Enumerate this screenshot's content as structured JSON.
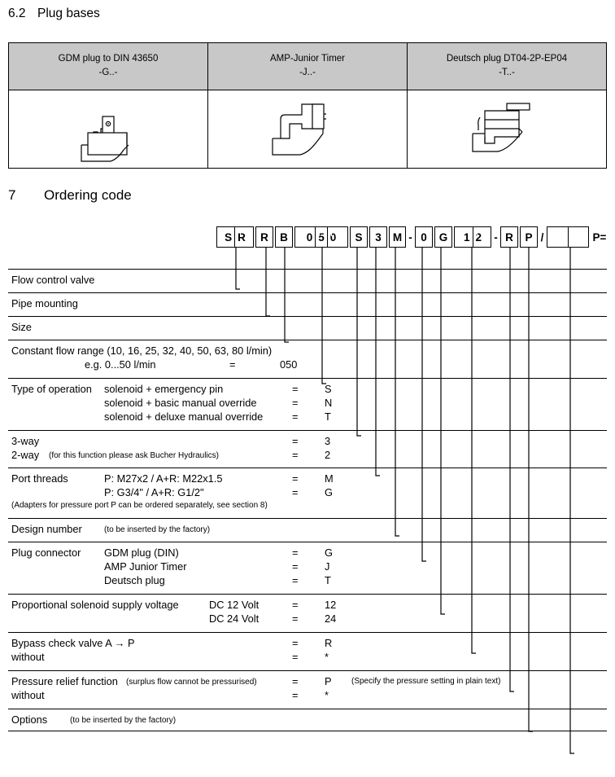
{
  "sections": {
    "plug_bases": {
      "number": "6.2",
      "title": "Plug bases"
    },
    "ordering_code": {
      "number": "7",
      "title": "Ordering code"
    }
  },
  "plug_table": {
    "columns": [
      {
        "name": "GDM plug to DIN 43650",
        "code": "-G..-",
        "icon": "gdm-plug-drawing"
      },
      {
        "name": "AMP-Junior Timer",
        "code": "-J..-",
        "icon": "amp-junior-timer-drawing"
      },
      {
        "name": "Deutsch plug DT04-2P-EP04",
        "code": "-T..-",
        "icon": "deutsch-plug-drawing"
      }
    ]
  },
  "ordering_code": {
    "boxes": [
      {
        "chars": [
          "S",
          "R"
        ]
      },
      {
        "chars": [
          "R"
        ]
      },
      {
        "chars": [
          "B"
        ]
      },
      {
        "chars": [
          "0",
          "5",
          "0"
        ]
      },
      {
        "chars": [
          "S"
        ]
      },
      {
        "chars": [
          "3"
        ]
      },
      {
        "chars": [
          "M"
        ]
      },
      {
        "separator": "-"
      },
      {
        "chars": [
          "0"
        ]
      },
      {
        "chars": [
          "G"
        ]
      },
      {
        "chars": [
          "1",
          "2"
        ]
      },
      {
        "separator": "-"
      },
      {
        "chars": [
          "R"
        ]
      },
      {
        "chars": [
          "P"
        ]
      },
      {
        "separator": "/"
      },
      {
        "chars": [
          "",
          ""
        ],
        "blank": true
      },
      {
        "trailing": "P="
      }
    ],
    "trailing_label": "P="
  },
  "rows": [
    {
      "id": "flow-control-valve",
      "lines": [
        {
          "label": "Flow control valve"
        }
      ]
    },
    {
      "id": "pipe-mounting",
      "lines": [
        {
          "label": "Pipe mounting"
        }
      ]
    },
    {
      "id": "size",
      "lines": [
        {
          "label": "Size"
        }
      ]
    },
    {
      "id": "constant-flow-range",
      "lines": [
        {
          "label": "Constant flow range (10, 16, 25, 32, 40, 50, 63, 80 l/min)"
        },
        {
          "desc": "e.g. 0...50 l/min",
          "eq": "=",
          "value": "050"
        }
      ]
    },
    {
      "id": "type-of-operation",
      "lines": [
        {
          "label": "Type of operation",
          "desc": "solenoid + emergency pin",
          "eq": "=",
          "value": "S"
        },
        {
          "desc": "solenoid + basic manual override",
          "eq": "=",
          "value": "N"
        },
        {
          "desc": "solenoid + deluxe manual override",
          "eq": "=",
          "value": "T"
        }
      ]
    },
    {
      "id": "way-function",
      "lines": [
        {
          "label": "3-way",
          "eq": "=",
          "value": "3"
        },
        {
          "label": "2-way",
          "label_note": "(for this function please ask Bucher Hydraulics)",
          "eq": "=",
          "value": "2"
        }
      ]
    },
    {
      "id": "port-threads",
      "lines": [
        {
          "label": "Port threads",
          "desc": "P: M27x2 / A+R: M22x1.5",
          "eq": "=",
          "value": "M"
        },
        {
          "desc": "P: G3/4\" / A+R: G1/2\"",
          "eq": "=",
          "value": "G"
        }
      ],
      "subnote": "(Adapters for pressure port P can be ordered separately, see section 8)"
    },
    {
      "id": "design-number",
      "lines": [
        {
          "label": "Design number",
          "label_note": "(to be inserted by the factory)"
        }
      ]
    },
    {
      "id": "plug-connector",
      "lines": [
        {
          "label": "Plug connector",
          "desc": "GDM plug (DIN)",
          "eq": "=",
          "value": "G"
        },
        {
          "desc": "AMP Junior Timer",
          "eq": "=",
          "value": "J"
        },
        {
          "desc": "Deutsch plug",
          "eq": "=",
          "value": "T"
        }
      ]
    },
    {
      "id": "supply-voltage",
      "lines": [
        {
          "label": "Proportional solenoid supply voltage",
          "desc": "DC 12 Volt",
          "eq": "=",
          "value": "12"
        },
        {
          "desc": "DC 24 Volt",
          "eq": "=",
          "value": "24"
        }
      ]
    },
    {
      "id": "bypass-check-valve",
      "lines": [
        {
          "label": "Bypass check valve A → P",
          "eq": "=",
          "value": "R"
        },
        {
          "label": "without",
          "eq": "=",
          "value": "*"
        }
      ]
    },
    {
      "id": "pressure-relief-function",
      "lines": [
        {
          "label": "Pressure relief function",
          "label_note": "(surplus flow cannot be pressurised)",
          "eq": "=",
          "value": "P",
          "note": "(Specify the pressure setting in plain text)"
        },
        {
          "label": "without",
          "eq": "=",
          "value": "*"
        }
      ]
    },
    {
      "id": "options",
      "lines": [
        {
          "label": "Options",
          "label_note": "(to be inserted by the factory)"
        }
      ]
    }
  ]
}
